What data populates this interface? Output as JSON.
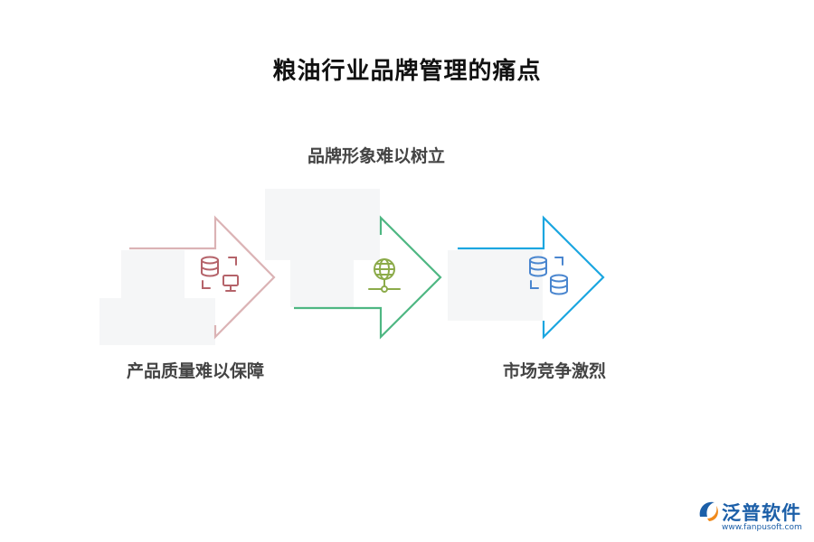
{
  "title": "粮油行业品牌管理的痛点",
  "steps": [
    {
      "label": "产品质量难以保障",
      "icon": "database-network-icon",
      "color": "#dbb3b5",
      "icon_color": "#b5636a"
    },
    {
      "label": "品牌形象难以树立",
      "icon": "globe-network-icon",
      "color": "#4fb783",
      "icon_color": "#8cab4a"
    },
    {
      "label": "市场竞争激烈",
      "icon": "database-sync-icon",
      "color": "#1ba6e0",
      "icon_color": "#4a86cf"
    }
  ],
  "logo": {
    "text": "泛普软件",
    "url": "www.fanpusoft.com"
  }
}
